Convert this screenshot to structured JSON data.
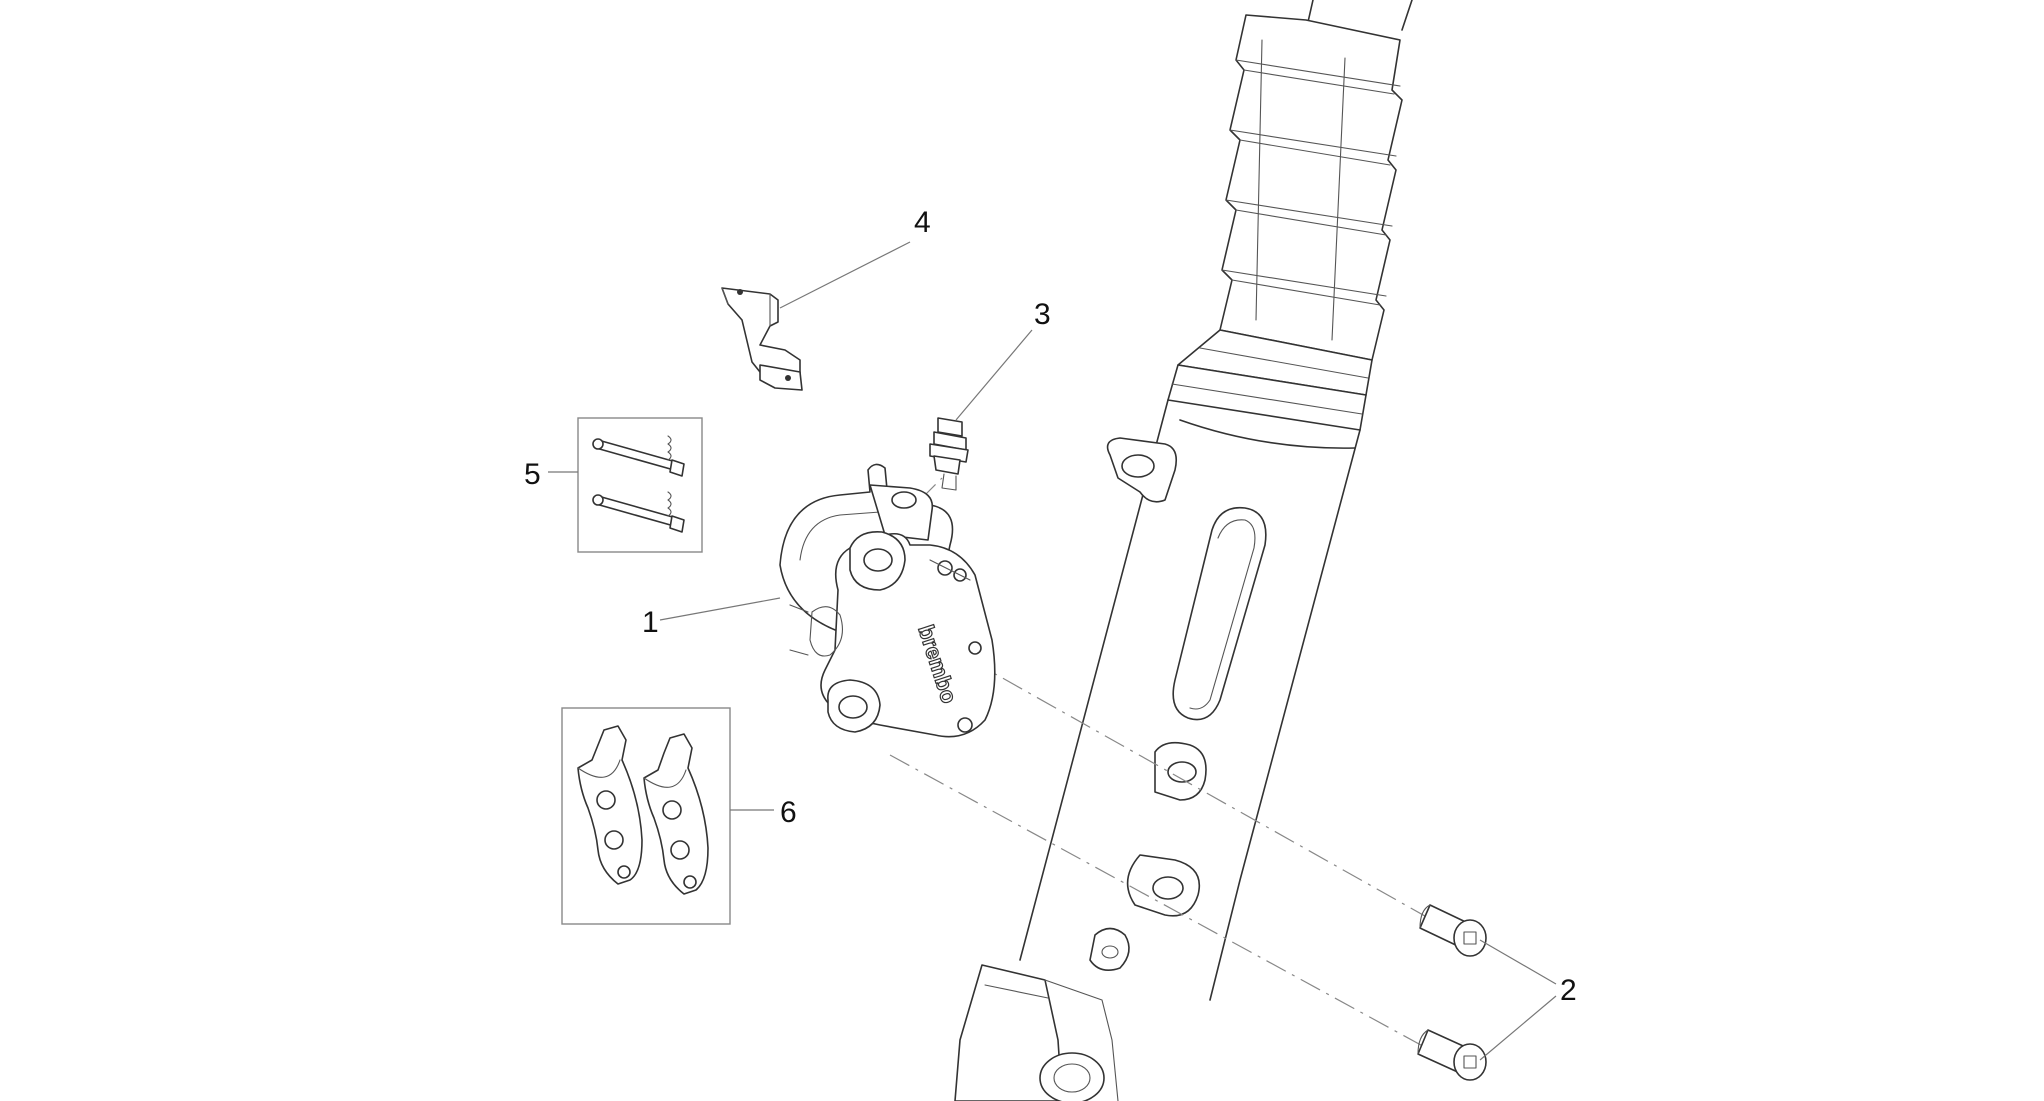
{
  "callouts": {
    "c1": "1",
    "c2": "2",
    "c3": "3",
    "c4": "4",
    "c5": "5",
    "c6": "6"
  },
  "caliper_brand": "brembo",
  "colors": {
    "line": "#333333",
    "leader": "#777777",
    "background": "#ffffff"
  }
}
